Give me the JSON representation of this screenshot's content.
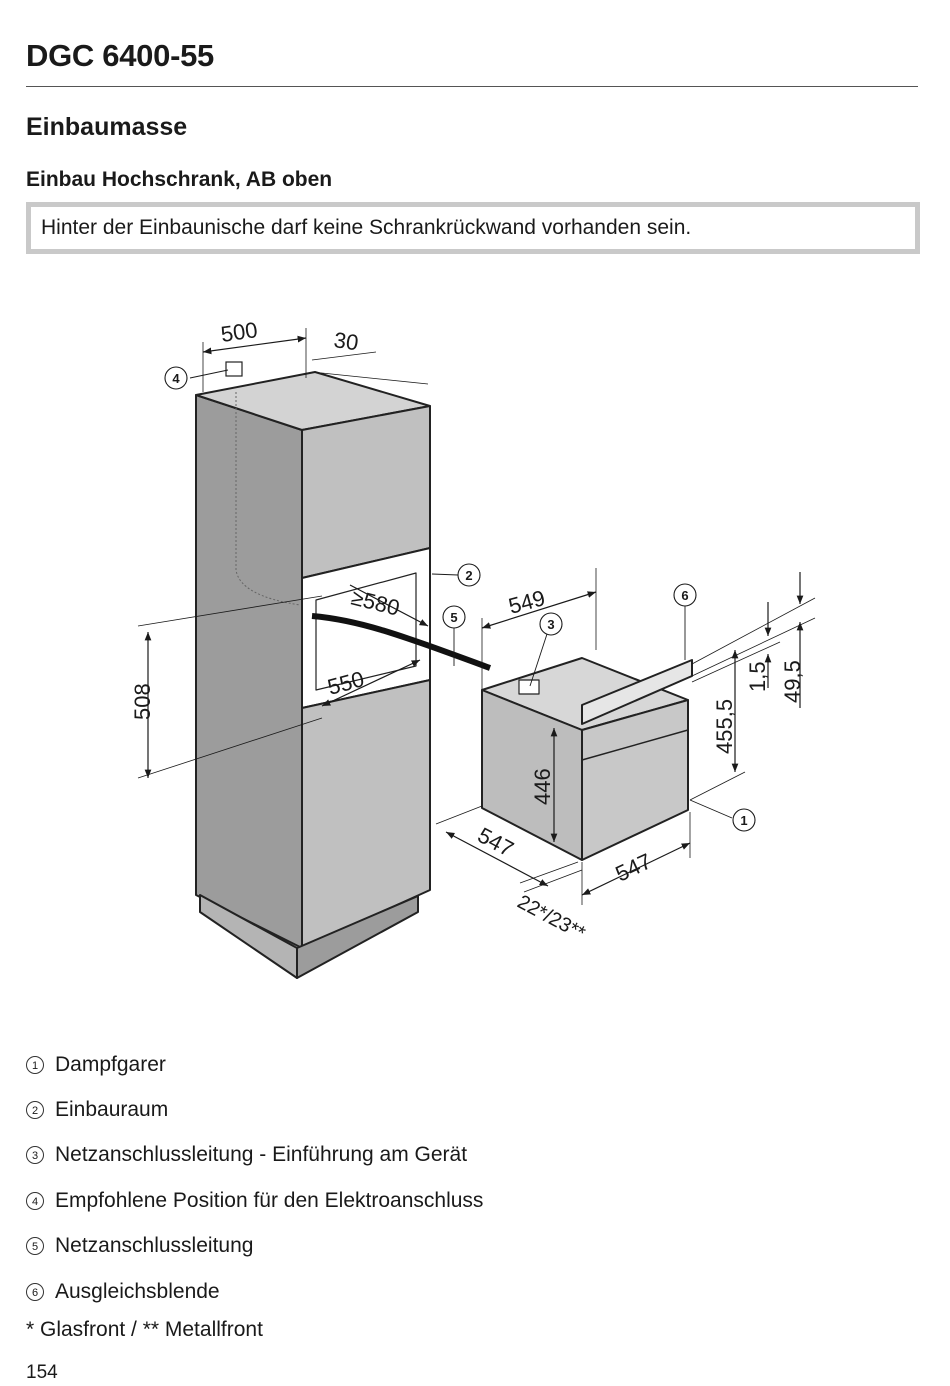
{
  "header": {
    "model": "DGC 6400-55",
    "section": "Einbaumasse",
    "subsection": "Einbau Hochschrank, AB oben"
  },
  "note": "Hinter der Einbaunische darf keine Schrankrückwand vorhanden sein.",
  "dimensions": {
    "d500": "500",
    "d30": "30",
    "d580": "≥580",
    "d549": "549",
    "d550": "550",
    "d508": "508",
    "d446": "446",
    "d455_5": "455,5",
    "d1_5": "1,5",
    "d49_5": "49,5",
    "d547a": "547",
    "d547b": "547",
    "d22_23": "22*/23**"
  },
  "callouts": [
    "1",
    "2",
    "3",
    "4",
    "5",
    "6"
  ],
  "legend": [
    {
      "num": "1",
      "label": "Dampfgarer"
    },
    {
      "num": "2",
      "label": "Einbauraum"
    },
    {
      "num": "3",
      "label": "Netzanschlussleitung - Einführung am Gerät"
    },
    {
      "num": "4",
      "label": "Empfohlene Position für den Elektroanschluss"
    },
    {
      "num": "5",
      "label": "Netzanschlussleitung"
    },
    {
      "num": "6",
      "label": "Ausgleichsblende"
    }
  ],
  "footnote": "* Glasfront / ** Metallfront",
  "page_number": "154"
}
